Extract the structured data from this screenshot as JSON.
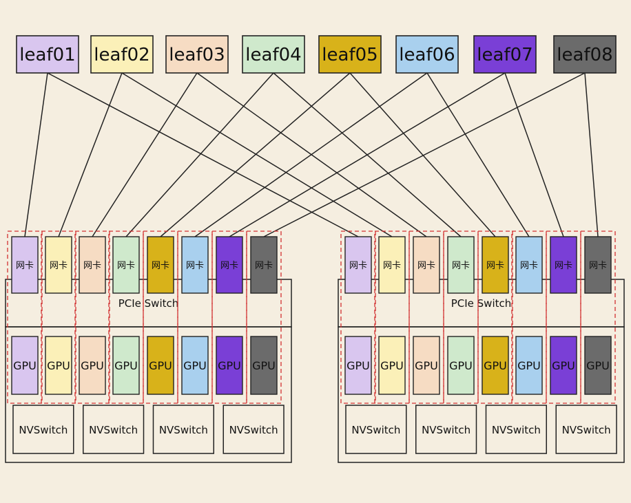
{
  "colors": {
    "background": "#f5eee0",
    "line": "#222222",
    "dashed_group": "#d23030",
    "rail": [
      "#d9c6ef",
      "#fbf0b8",
      "#f6dcc3",
      "#cfe9cc",
      "#d8b21a",
      "#a9d0ee",
      "#7a3fd6",
      "#6b6b6b"
    ]
  },
  "leaves": [
    {
      "label": "leaf01"
    },
    {
      "label": "leaf02"
    },
    {
      "label": "leaf03"
    },
    {
      "label": "leaf04"
    },
    {
      "label": "leaf05"
    },
    {
      "label": "leaf06"
    },
    {
      "label": "leaf07"
    },
    {
      "label": "leaf08"
    }
  ],
  "servers": [
    {
      "nic_label": "网卡",
      "gpu_label": "GPU",
      "pcie_label": "PCIe Switch",
      "nvswitches": [
        "NVSwitch",
        "NVSwitch",
        "NVSwitch",
        "NVSwitch"
      ]
    },
    {
      "nic_label": "网卡",
      "gpu_label": "GPU",
      "pcie_label": "PCIe Switch",
      "nvswitches": [
        "NVSwitch",
        "NVSwitch",
        "NVSwitch",
        "NVSwitch"
      ]
    }
  ],
  "links": [
    {
      "leaf": 0,
      "server": 0,
      "nic": 0
    },
    {
      "leaf": 0,
      "server": 1,
      "nic": 0
    },
    {
      "leaf": 1,
      "server": 0,
      "nic": 1
    },
    {
      "leaf": 1,
      "server": 1,
      "nic": 1
    },
    {
      "leaf": 2,
      "server": 0,
      "nic": 2
    },
    {
      "leaf": 2,
      "server": 1,
      "nic": 2
    },
    {
      "leaf": 3,
      "server": 0,
      "nic": 3
    },
    {
      "leaf": 3,
      "server": 1,
      "nic": 3
    },
    {
      "leaf": 4,
      "server": 0,
      "nic": 4
    },
    {
      "leaf": 4,
      "server": 1,
      "nic": 4
    },
    {
      "leaf": 5,
      "server": 0,
      "nic": 5
    },
    {
      "leaf": 5,
      "server": 1,
      "nic": 5
    },
    {
      "leaf": 6,
      "server": 0,
      "nic": 6
    },
    {
      "leaf": 6,
      "server": 1,
      "nic": 6
    },
    {
      "leaf": 7,
      "server": 0,
      "nic": 7
    },
    {
      "leaf": 7,
      "server": 1,
      "nic": 7
    }
  ]
}
